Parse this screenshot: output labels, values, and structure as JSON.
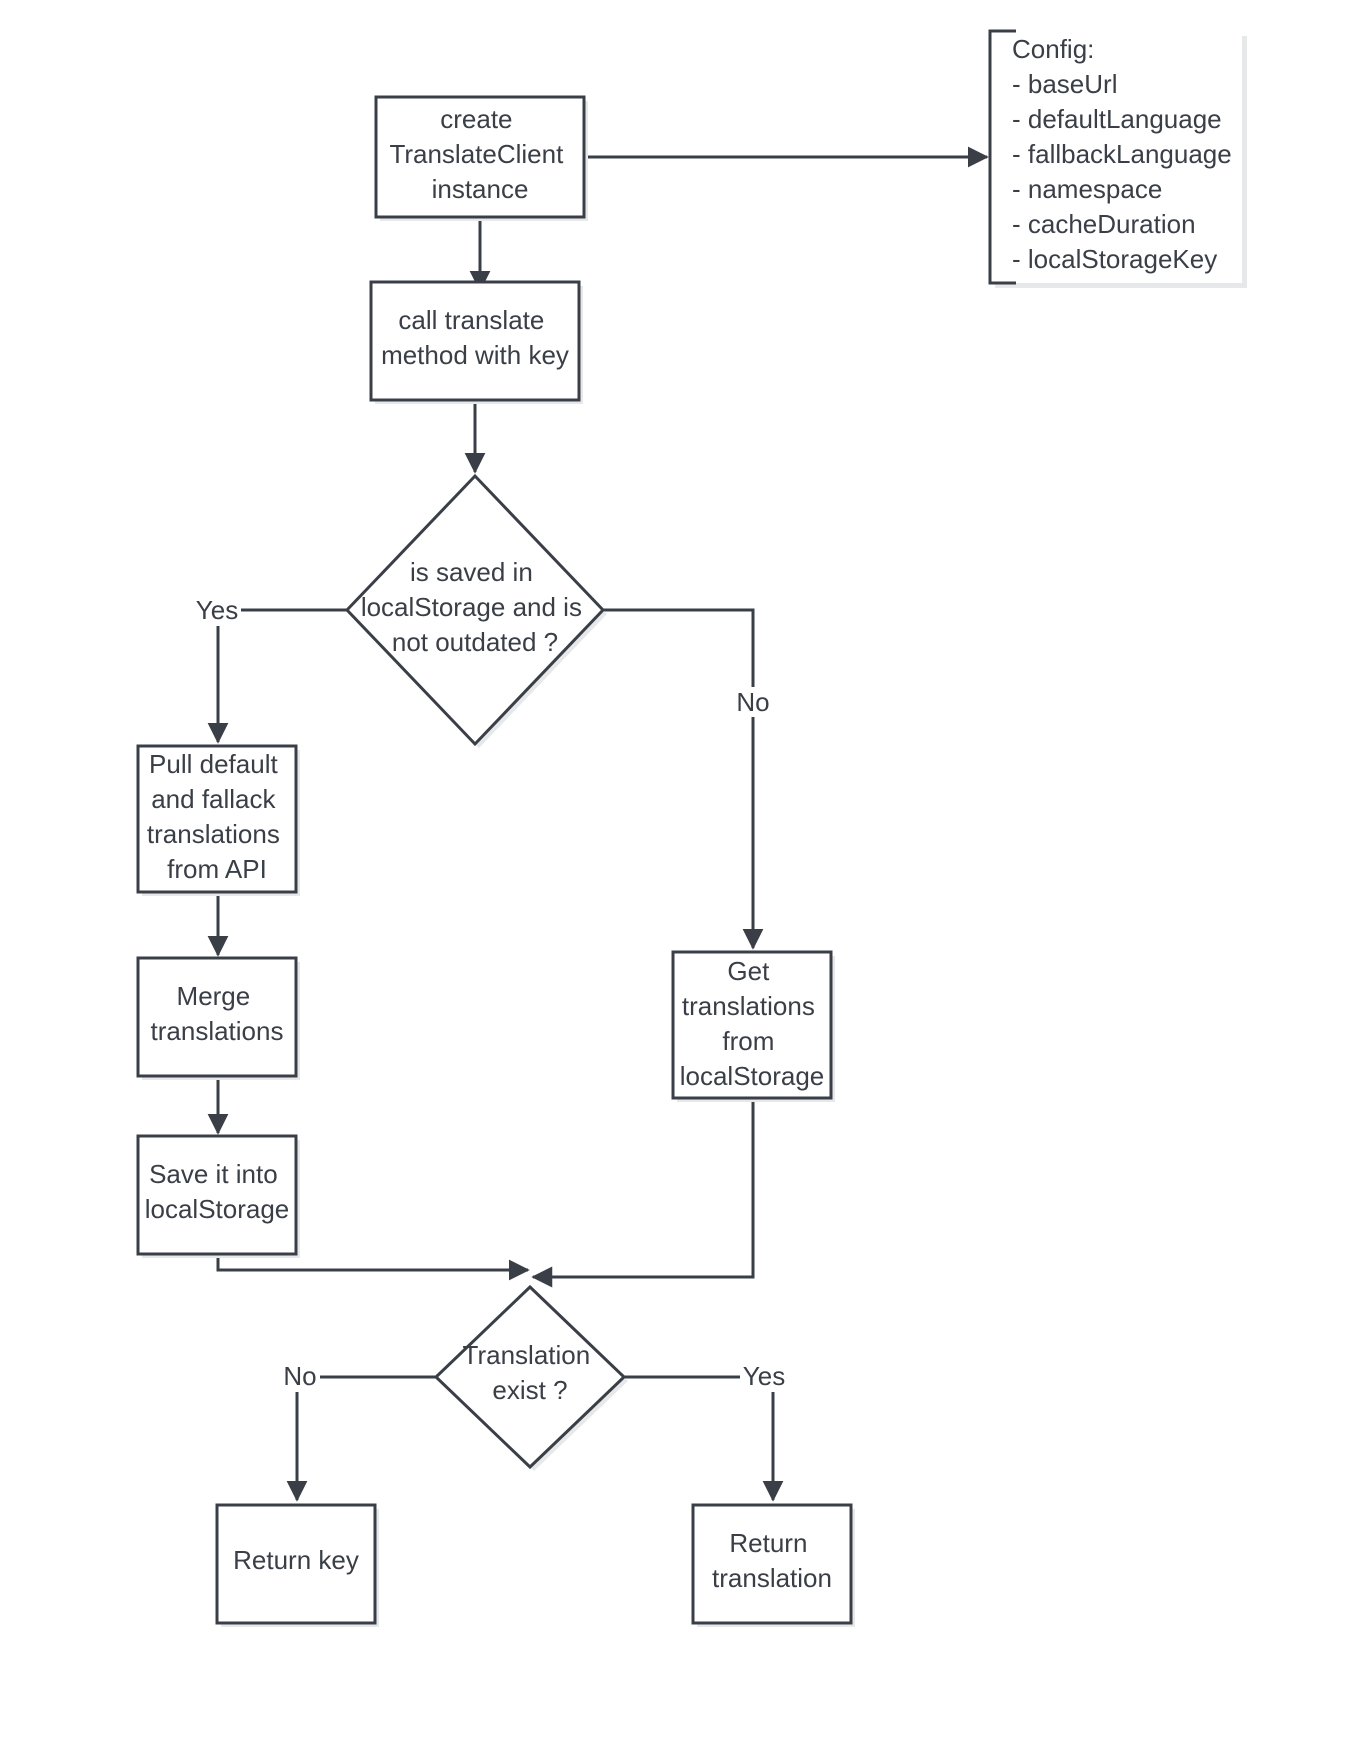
{
  "nodes": {
    "create_client": {
      "lines": [
        "create",
        "TranslateClient",
        "instance"
      ]
    },
    "call_translate": {
      "lines": [
        "call translate",
        "method with key"
      ]
    },
    "is_saved": {
      "lines": [
        "is saved in",
        "localStorage and is",
        "not outdated ?"
      ]
    },
    "pull_api": {
      "lines": [
        "Pull default",
        "and fallack",
        "translations",
        "from API"
      ]
    },
    "merge": {
      "lines": [
        "Merge",
        "translations"
      ]
    },
    "save_storage": {
      "lines": [
        "Save it into",
        "localStorage"
      ]
    },
    "get_storage": {
      "lines": [
        "Get",
        "translations",
        "from",
        "localStorage"
      ]
    },
    "translation_exist": {
      "lines": [
        "Translation",
        "exist ?"
      ]
    },
    "return_key": {
      "lines": [
        "Return key"
      ]
    },
    "return_translation": {
      "lines": [
        "Return",
        "translation"
      ]
    }
  },
  "config": {
    "title": "Config:",
    "items": [
      "- baseUrl",
      "- defaultLanguage",
      "- fallbackLanguage",
      "- namespace",
      "- cacheDuration",
      "- localStorageKey"
    ]
  },
  "edge_labels": {
    "saved_yes": "Yes",
    "saved_no": "No",
    "exist_no": "No",
    "exist_yes": "Yes"
  },
  "colors": {
    "stroke": "#3a3f47",
    "fill": "#ffffff",
    "text": "#3a3f47"
  }
}
